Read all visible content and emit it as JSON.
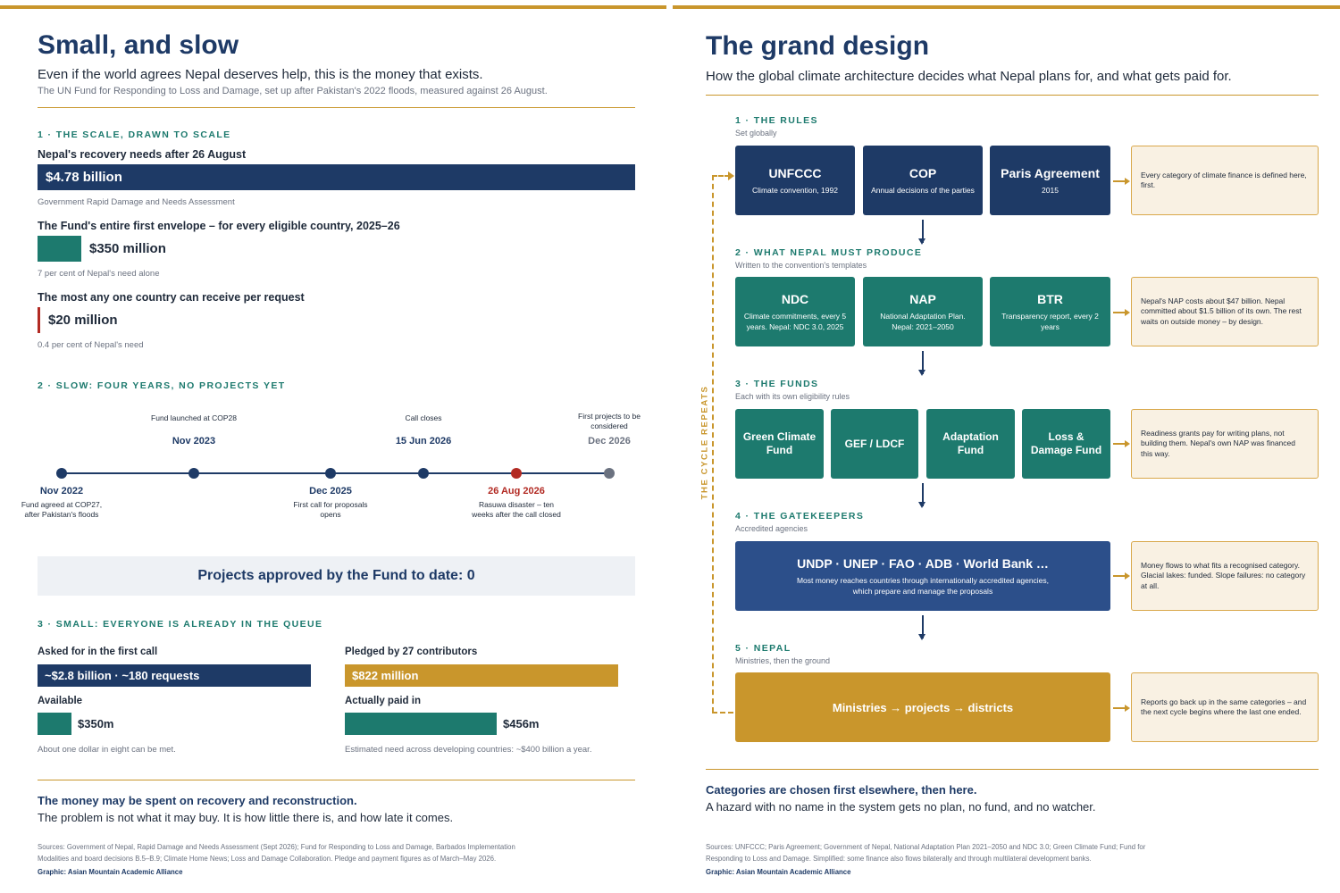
{
  "left": {
    "title": "Small, and slow",
    "subtitle": "Even if the world agrees Nepal deserves help, this is the money that exists.",
    "caption": "The UN Fund for Responding to Loss and Damage, set up after Pakistan's 2022 floods, measured against 26 August.",
    "section1": {
      "heading": "1 · THE SCALE, DRAWN TO SCALE",
      "rows": [
        {
          "title": "Nepal's recovery needs after 26 August",
          "value_label": "$4.78 billion",
          "value": 4780,
          "note": "Government Rapid Damage and Needs Assessment"
        },
        {
          "title": "The Fund's entire first envelope – for every eligible country, 2025–26",
          "value_label": "$350 million",
          "value": 350,
          "note": "7 per cent of Nepal's need alone"
        },
        {
          "title": "The most any one country can receive per request",
          "value_label": "$20 million",
          "value": 20,
          "note": "0.4 per cent of Nepal's need"
        }
      ]
    },
    "section2": {
      "heading": "2 · SLOW: FOUR YEARS, NO PROJECTS YET",
      "events": [
        {
          "date": "Nov 2022",
          "text": "Fund agreed at COP27, after Pakistan's floods",
          "pos": "below",
          "status": "past"
        },
        {
          "date": "Nov 2023",
          "text": "Fund launched at COP28",
          "pos": "above",
          "status": "past"
        },
        {
          "date": "Dec 2025",
          "text": "First call for proposals opens",
          "pos": "below",
          "status": "past"
        },
        {
          "date": "15 Jun 2026",
          "text": "Call closes",
          "pos": "above",
          "status": "past"
        },
        {
          "date": "26 Aug 2026",
          "text": "Rasuwa disaster – ten weeks after the call closed",
          "pos": "below",
          "status": "disaster"
        },
        {
          "date": "Dec 2026",
          "text": "First projects to be considered",
          "pos": "above",
          "status": "future"
        }
      ],
      "approved": "Projects approved by the Fund to date: 0"
    },
    "section3": {
      "heading": "3 · SMALL: EVERYONE IS ALREADY IN THE QUEUE",
      "asked_title": "Asked for in the first call",
      "asked_label": "~$2.8 billion · ~180 requests",
      "asked_value": 2800,
      "available_title": "Available",
      "available_label": "$350m",
      "available_value": 350,
      "left_note": "About one dollar in eight can be met.",
      "pledged_title": "Pledged by 27 contributors",
      "pledged_label": "$822 million",
      "pledged_value": 822,
      "paid_title": "Actually paid in",
      "paid_label": "$456m",
      "paid_value": 456,
      "right_note": "Estimated need across developing countries: ~$400 billion a year."
    },
    "conclusion_bold": "The money may be spent on recovery and reconstruction.",
    "conclusion": "The problem is not what it may buy. It is how little there is, and how late it comes.",
    "sources": "Sources: Government of Nepal, Rapid Damage and Needs Assessment (Sept 2026); Fund for Responding to Loss and Damage, Barbados Implementation Modalities and board decisions B.5–B.9; Climate Home News; Loss and Damage Collaboration. Pledge and payment figures as of March–May 2026.",
    "credit": "Graphic: Asian Mountain Academic Alliance"
  },
  "right": {
    "title": "The grand design",
    "subtitle": "How the global climate architecture decides what Nepal plans for, and what gets paid for.",
    "cycle_label": "THE CYCLE REPEATS",
    "steps": [
      {
        "heading": "1 · THE RULES",
        "sub": "Set globally",
        "color": "navy",
        "boxes": [
          {
            "title": "UNFCCC",
            "text": "Climate convention, 1992"
          },
          {
            "title": "COP",
            "text": "Annual decisions of the parties"
          },
          {
            "title": "Paris Agreement",
            "text": "2015"
          }
        ],
        "note": "Every category of climate finance is defined here, first."
      },
      {
        "heading": "2 · WHAT NEPAL MUST PRODUCE",
        "sub": "Written to the convention's templates",
        "color": "teal",
        "boxes": [
          {
            "title": "NDC",
            "text": "Climate commitments, every 5 years. Nepal: NDC 3.0, 2025"
          },
          {
            "title": "NAP",
            "text": "National Adaptation Plan. Nepal: 2021–2050"
          },
          {
            "title": "BTR",
            "text": "Transparency report, every 2 years"
          }
        ],
        "note": "Nepal's NAP costs about $47 billion. Nepal committed about $1.5 billion of its own. The rest waits on outside money – by design."
      },
      {
        "heading": "3 · THE FUNDS",
        "sub": "Each with its own eligibility rules",
        "color": "teal",
        "boxes": [
          {
            "title": "Green Climate Fund",
            "text": ""
          },
          {
            "title": "GEF / LDCF",
            "text": ""
          },
          {
            "title": "Adaptation Fund",
            "text": ""
          },
          {
            "title": "Loss & Damage Fund",
            "text": ""
          }
        ],
        "note": "Readiness grants pay for writing plans, not building them. Nepal's own NAP was financed this way."
      },
      {
        "heading": "4 · THE GATEKEEPERS",
        "sub": "Accredited agencies",
        "color": "blue",
        "boxes": [
          {
            "title": "UNDP · UNEP · FAO · ADB · World Bank …",
            "text": "Most money reaches countries through internationally accredited agencies, which prepare and manage the proposals"
          }
        ],
        "note": "Money flows to what fits a recognised category. Glacial lakes: funded. Slope failures: no category at all."
      },
      {
        "heading": "5 · NEPAL",
        "sub": "Ministries, then the ground",
        "color": "gold",
        "boxes": [
          {
            "title": "Ministries → projects → districts",
            "text": ""
          }
        ],
        "note": "Reports go back up in the same categories – and the next cycle begins where the last one ended."
      }
    ],
    "conclusion_bold": "Categories are chosen first elsewhere, then here.",
    "conclusion": "A hazard with no name in the system gets no plan, no fund, and no watcher.",
    "sources": "Sources: UNFCCC; Paris Agreement; Government of Nepal, National Adaptation Plan 2021–2050 and NDC 3.0; Green Climate Fund; Fund for Responding to Loss and Damage. Simplified: some finance also flows bilaterally and through multilateral development banks.",
    "credit": "Graphic: Asian Mountain Academic Alliance"
  },
  "colors": {
    "navy": "#1e3a66",
    "teal": "#1d7a6e",
    "gold": "#c9962c",
    "red": "#b22a23",
    "blue": "#2c4f8a",
    "grey": "#6b7280"
  }
}
